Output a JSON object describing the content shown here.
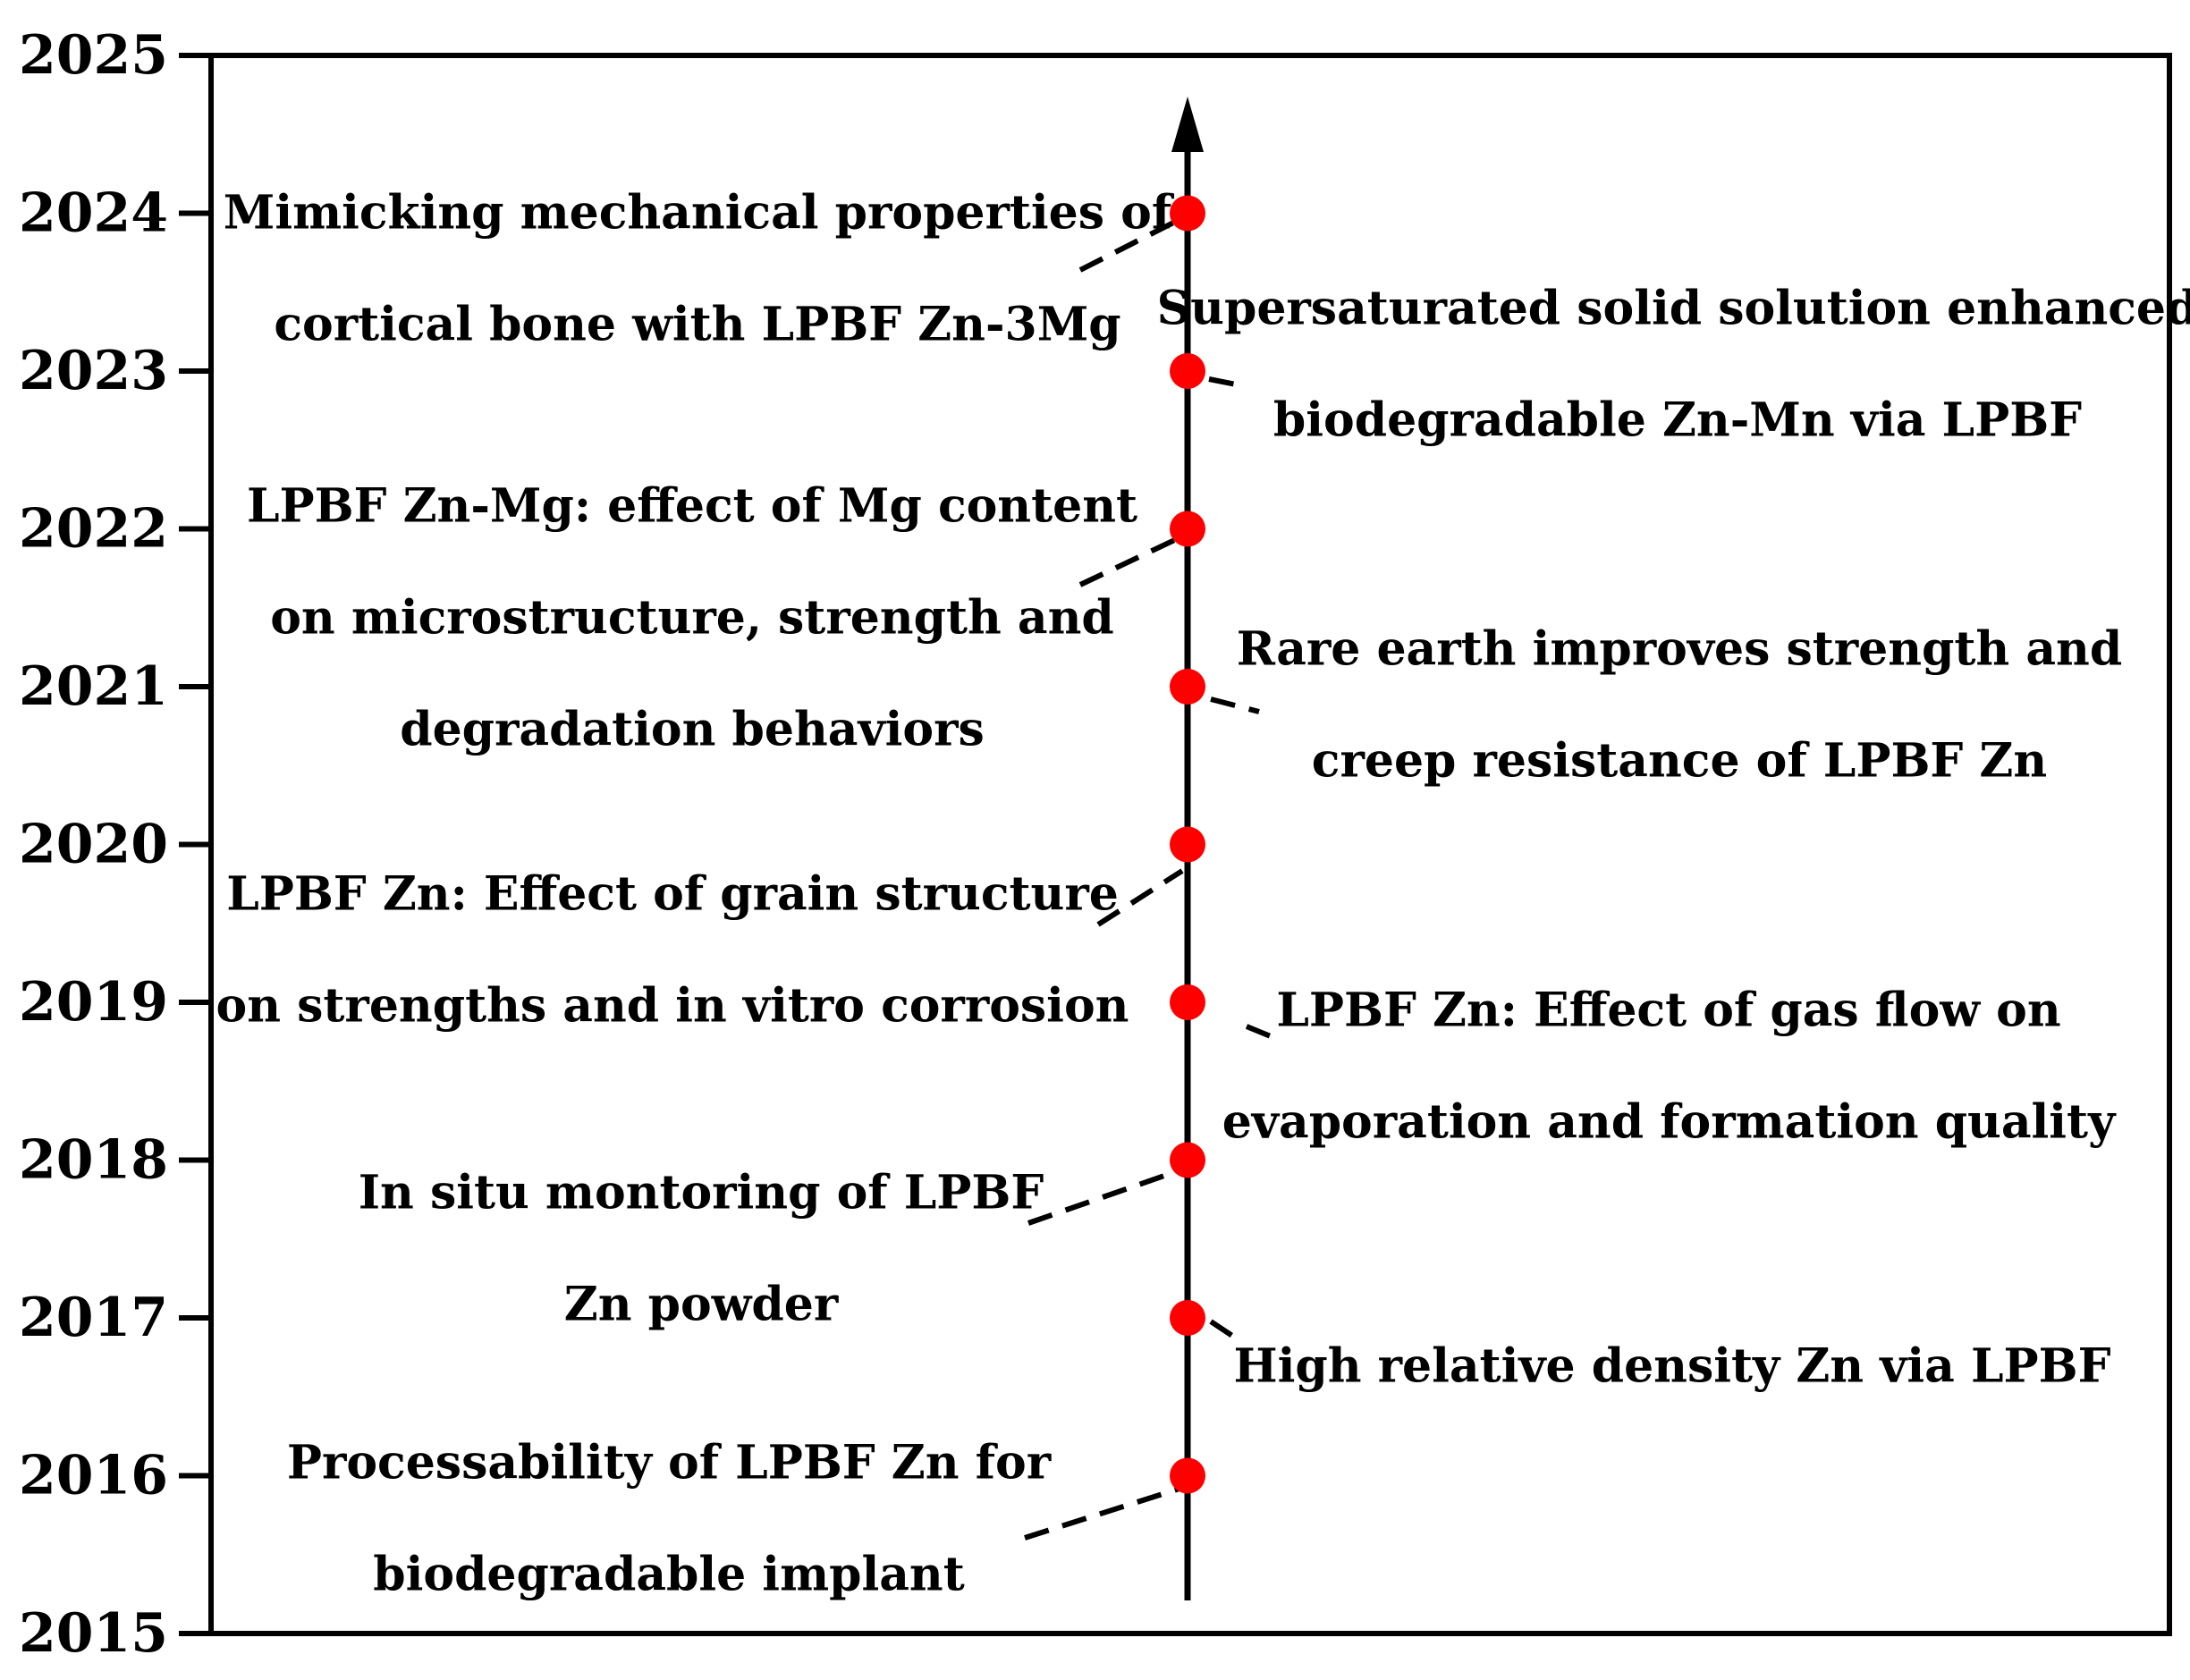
{
  "colors": {
    "axis": "#000000",
    "marker": "#ff0000",
    "leader": "#000000"
  },
  "axis": {
    "year_min": 2015,
    "year_max": 2025,
    "ticks": [
      "2015",
      "2016",
      "2017",
      "2018",
      "2019",
      "2020",
      "2021",
      "2022",
      "2023",
      "2024",
      "2025"
    ]
  },
  "events": [
    {
      "year": 2024,
      "side": "left",
      "lines": [
        "Mimicking mechanical properties of",
        "cortical bone with LPBF Zn-3Mg"
      ]
    },
    {
      "year": 2023,
      "side": "right",
      "lines": [
        "Supersaturated solid solution enhanced",
        "biodegradable Zn-Mn via LPBF"
      ]
    },
    {
      "year": 2022,
      "side": "left",
      "lines": [
        "LPBF Zn-Mg: effect of Mg content",
        "on microstructure, strength and",
        "degradation behaviors"
      ]
    },
    {
      "year": 2021,
      "side": "right",
      "lines": [
        "Rare earth improves strength and",
        "creep resistance of LPBF Zn"
      ]
    },
    {
      "year": 2020,
      "side": "left",
      "lines": [
        "LPBF Zn: Effect of grain structure",
        "on strengths and in vitro corrosion"
      ]
    },
    {
      "year": 2019,
      "side": "right",
      "lines": [
        "LPBF Zn: Effect of gas flow on",
        "evaporation and formation quality"
      ]
    },
    {
      "year": 2018,
      "side": "left",
      "lines": [
        "In situ montoring of LPBF",
        "Zn powder"
      ]
    },
    {
      "year": 2017,
      "side": "right",
      "lines": [
        "High relative density Zn via LPBF"
      ]
    },
    {
      "year": 2016,
      "side": "left",
      "lines": [
        "Processability of LPBF Zn for",
        "biodegradable implant"
      ]
    }
  ]
}
